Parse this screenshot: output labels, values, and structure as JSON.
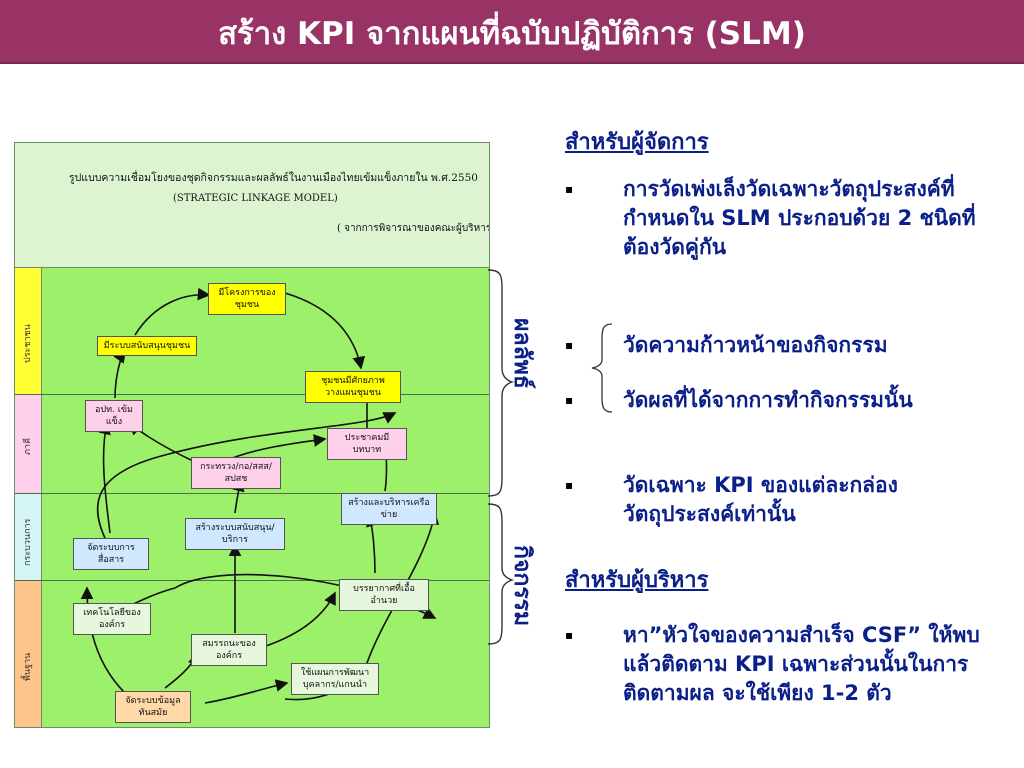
{
  "title": "สร้าง KPI จากแผนที่ฉบับปฏิบัติการ (SLM)",
  "diagram": {
    "header_line1": "รูปแบบความเชื่อมโยงของชุดกิจกรรมและผลลัพธ์ในงานเมืองไทยเข้มแข็งภายใน พ.ศ.2550",
    "header_line2": "(STRATEGIC LINKAGE MODEL)",
    "header_line3": "( จากการพิจารณาของคณะผู้บริหาร)",
    "lanes": [
      "ประชาชน",
      "ภาคี",
      "กระบวนการ",
      "พื้นฐาน"
    ],
    "boxes": {
      "community_projects": "มีโครงการของชุมชน",
      "support_system": "มีระบบสนับสนุนชุมชน",
      "community_planning": "ชุมชนมีศักยภาพวางแผนชุมชน",
      "local_admin": "อปท. เข้มแข็ง",
      "citizen_role": "ประชาคมมีบทบาท",
      "ministries": "กระทรวง/กอ/สสส/สปสช",
      "network": "สร้างและบริหารเครือข่าย",
      "communication": "จัดระบบการสื่อสาร",
      "service_support": "สร้างระบบสนับสนุน/บริการ",
      "enabling_env": "บรรยากาศที่เอื้ออำนวย",
      "org_technology": "เทคโนโลยีขององค์กร",
      "org_competency": "สมรรถนะขององค์กร",
      "hr_development": "ใช้แผนการพัฒนาบุคลากร/แกนนำ",
      "data_system": "จัดระบบข้อมูลทันสมัย"
    }
  },
  "braces": {
    "results_label": "ผลลัพธ์",
    "activities_label": "กิจกรรม"
  },
  "manager": {
    "heading": "สำหรับผู้จัดการ",
    "bullet_symbol": "▪",
    "items": [
      "การวัดเพ่งเล็งวัดเฉพาะวัตถุประสงค์ที่กำหนดใน SLM ประกอบด้วย 2 ชนิดที่ต้องวัดคู่กัน",
      "วัดความก้าวหน้าของกิจกรรม",
      "วัดผลที่ได้จากการทำกิจกรรมนั้น",
      "วัดเฉพาะ KPI ของแต่ละกล่องวัตถุประสงค์เท่านั้น"
    ]
  },
  "executive": {
    "heading": "สำหรับผู้บริหาร",
    "items": [
      "หา”หัวใจของความสำเร็จ CSF” ให้พบ แล้วติดตาม KPI เฉพาะส่วนนั้นในการติดตามผล จะใช้เพียง 1-2 ตัว"
    ]
  },
  "colors": {
    "header_bg": "#993366",
    "text_blue": "#0b1f8a",
    "lane_green": "#9cf06a"
  }
}
